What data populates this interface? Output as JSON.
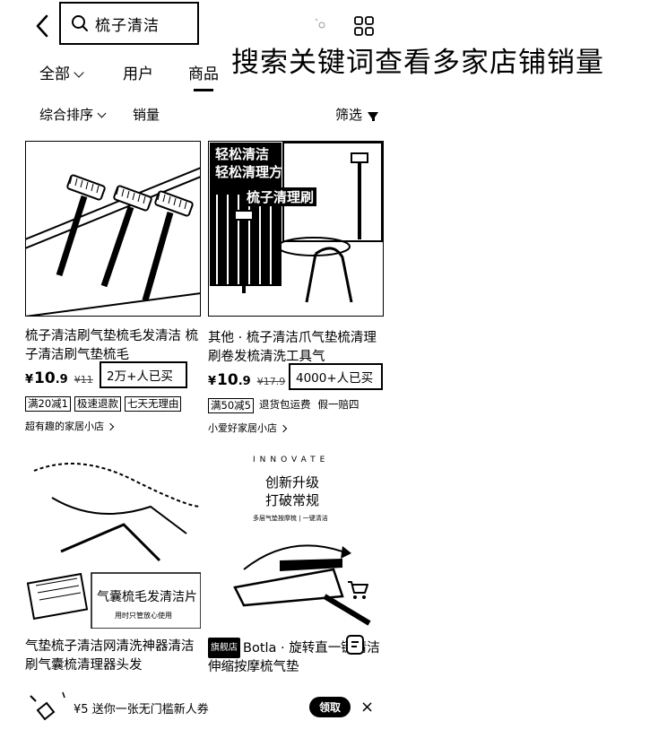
{
  "header": {
    "search_query": "梳子清洁",
    "annotation_title": "搜索关键词查看多家店铺销量"
  },
  "tabs": [
    {
      "label": "全部"
    },
    {
      "label": "用户"
    },
    {
      "label": "商品"
    }
  ],
  "sort": {
    "overall": "综合排序",
    "sales": "销量",
    "filter": "筛选"
  },
  "products": [
    {
      "name": "梳子清洁刷气垫梳毛发清洁 梳子清洁刷气垫梳毛",
      "price_int": "10",
      "price_dec": ".9",
      "orig_price": "¥11",
      "sold": "2万+人已买",
      "tags": [
        "满20减1",
        "极速退款",
        "七天无理由"
      ],
      "shop": "超有趣的家居小店"
    },
    {
      "name": "其他 · 梳子清洁爪气垫梳清理刷卷发梳清洗工具气",
      "price_int": "10",
      "price_dec": ".9",
      "orig_price": "¥17.9",
      "sold": "4000+人已买",
      "tags": [
        "满50减5",
        "退货包运费",
        "假一赔四"
      ],
      "shop": "小爱好家居小店",
      "image_texts": [
        "轻松清洁",
        "轻松清理方",
        "梳子清理刷"
      ]
    },
    {
      "name": "气垫梳子清洁网清洗神器清洁刷气囊梳清理器头发",
      "image_texts": [
        "气囊梳毛发清洁片",
        "用时只管放心使用"
      ]
    },
    {
      "badge": "旗舰店",
      "name": "Botla · 旋转直一键清洁伸缩按摩梳气垫",
      "image_texts": [
        "INNOVATE",
        "创新升级",
        "打破常规",
        "多层气垫按摩梳 | 一键清洁"
      ]
    }
  ],
  "coupon": {
    "amount": "¥5",
    "text": "送你一张无门槛新人券",
    "button": "领取",
    "close": "×"
  }
}
